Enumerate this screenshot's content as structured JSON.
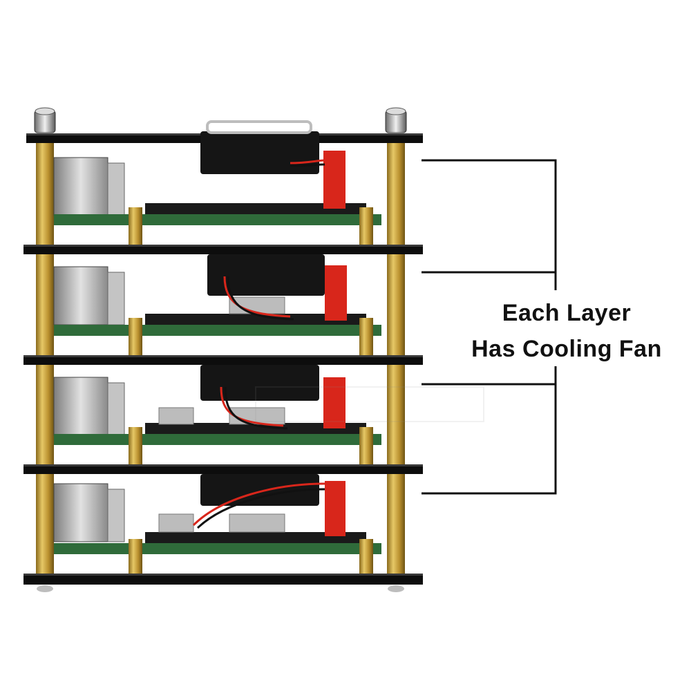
{
  "caption": {
    "line1": "Each Layer",
    "line2": "Has Cooling Fan"
  },
  "colors": {
    "acrylic": "#0d0d0d",
    "standoff_brass": "#c9a53c",
    "pcb_green": "#2f6b3a",
    "fan_black": "#151515",
    "connector_red": "#d8261b",
    "bracket_line": "#111111"
  },
  "layers": [
    {
      "name": "layer-1"
    },
    {
      "name": "layer-2"
    },
    {
      "name": "layer-3"
    },
    {
      "name": "layer-4"
    }
  ]
}
